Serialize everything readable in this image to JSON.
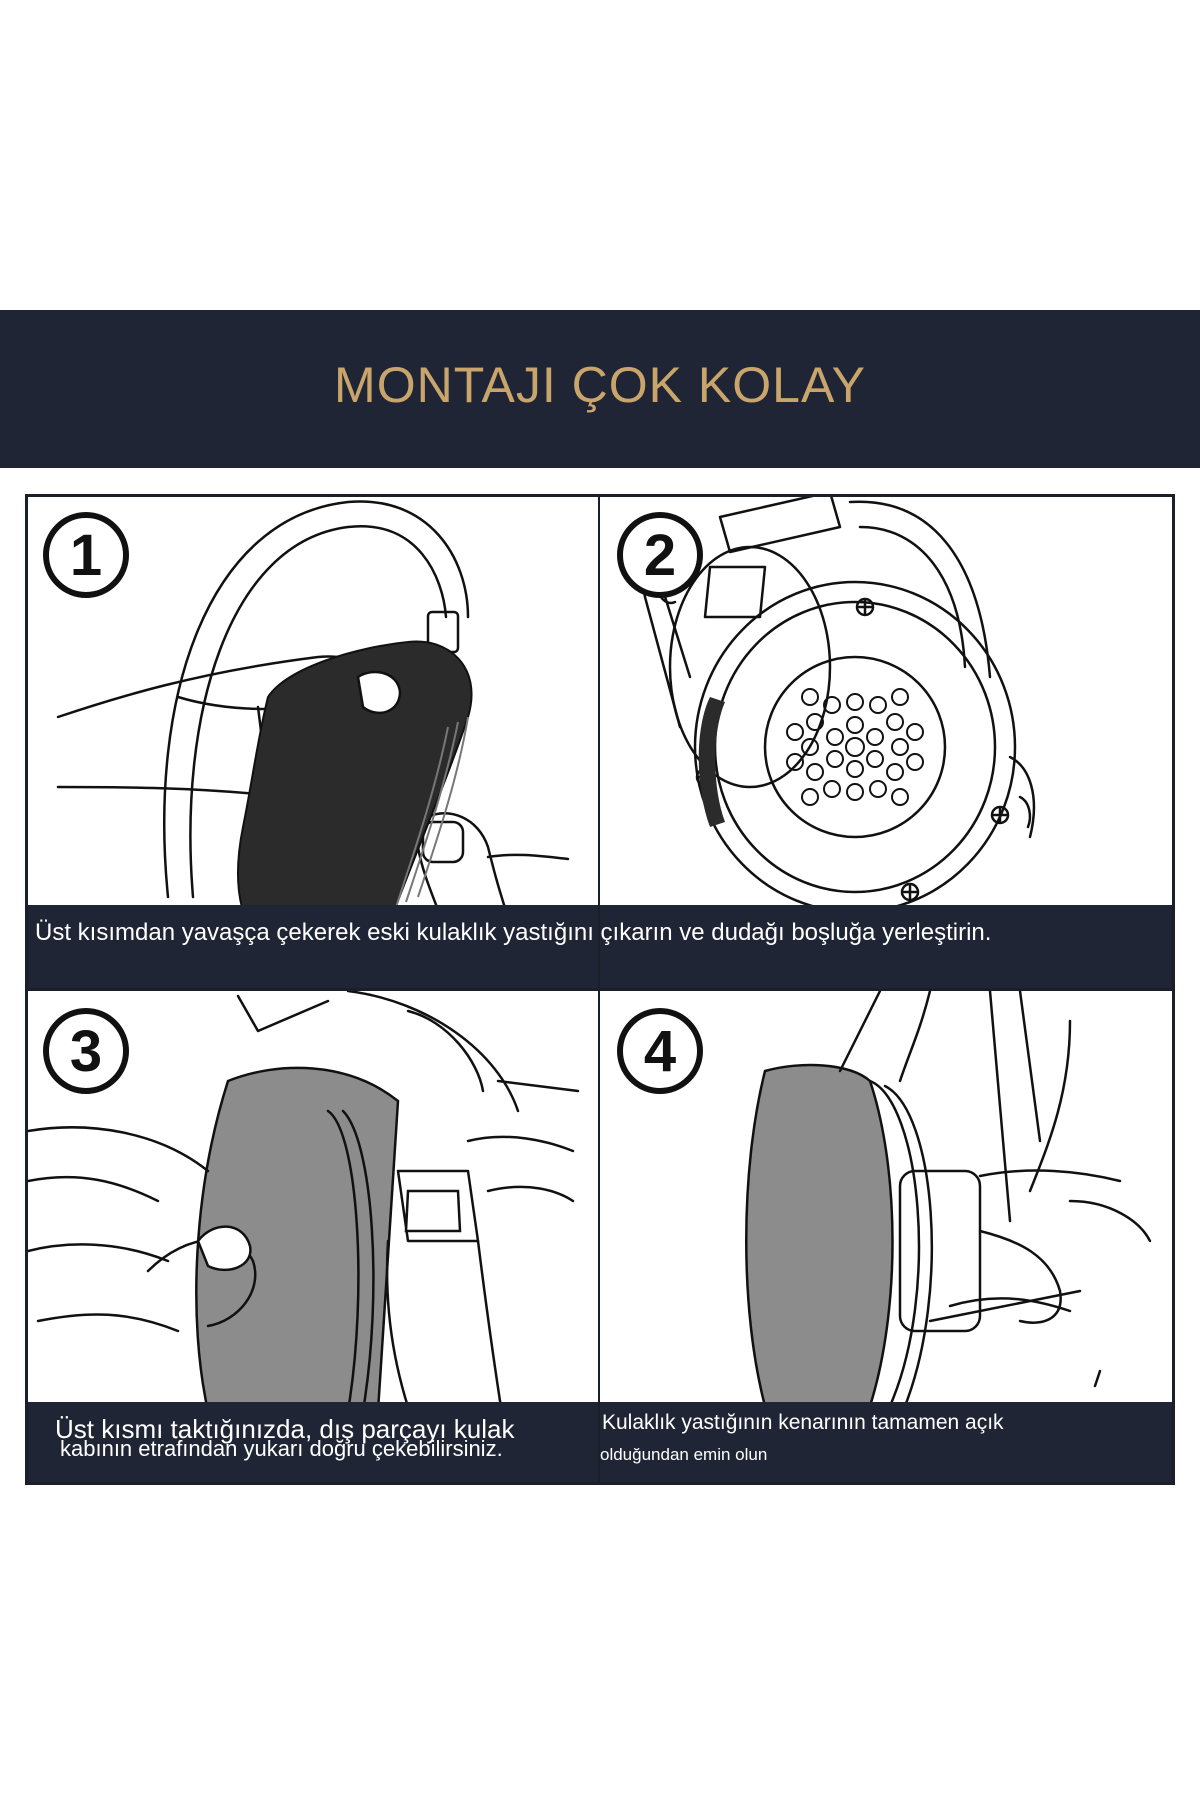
{
  "header": {
    "title": "MONTAJI ÇOK KOLAY"
  },
  "steps": [
    {
      "number": "1",
      "icon": "hand-removing-ear-pad-icon"
    },
    {
      "number": "2",
      "icon": "headphone-driver-icon"
    },
    {
      "number": "3",
      "icon": "hand-fitting-ear-pad-icon"
    },
    {
      "number": "4",
      "icon": "installed-ear-pad-icon"
    }
  ],
  "captions": {
    "top": "Üst kısımdan yavaşça çekerek eski kulaklık yastığını çıkarın ve dudağı boşluğa yerleştirin.",
    "step3_line1": "Üst kısmı taktığınızda, dış parçayı kulak",
    "step3_line2": "kabının etrafından yukarı doğru çekebilirsiniz.",
    "step4_line1": "Kulaklık yastığının kenarının tamamen açık",
    "step4_line2": "olduğundan emin olun"
  },
  "colors": {
    "banner": "#1f2535",
    "title_gold": "#c9a56b",
    "pad_dark": "#2b2b2b",
    "pad_gray": "#8c8c8c"
  }
}
